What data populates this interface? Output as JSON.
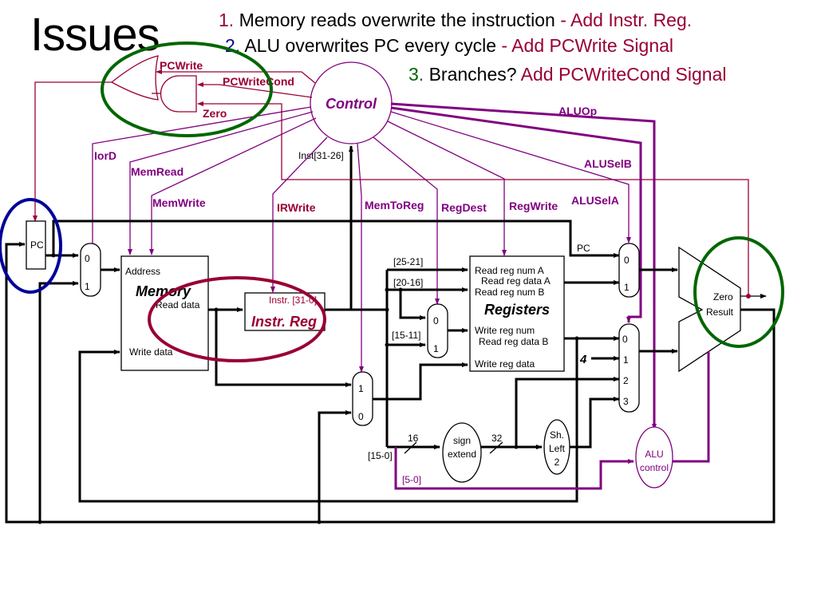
{
  "slide": {
    "title": "Issues",
    "issues": [
      {
        "number": "1.",
        "text": "Memory reads overwrite the instruction",
        "fix": "- Add Instr. Reg."
      },
      {
        "number": "2.",
        "text": "ALU overwrites PC every cycle",
        "fix": "- Add PCWrite Signal"
      },
      {
        "number": "3.",
        "text": "Branches?",
        "fix": "Add PCWriteCond Signal"
      }
    ]
  },
  "colors": {
    "issue1": "#990033",
    "issue2": "#000099",
    "issue3": "#006600",
    "control_signal": "#800080",
    "pc_signal": "#990033",
    "highlight_green": "#006600",
    "highlight_blue": "#000099",
    "highlight_red": "#990033"
  },
  "diagram": {
    "control": {
      "label": "Control",
      "input": "Inst[31-26]"
    },
    "signals": {
      "pcwrite": "PCWrite",
      "pcwritecond": "PCWriteCond",
      "zero": "Zero",
      "iord": "IorD",
      "memread": "MemRead",
      "memwrite": "MemWrite",
      "irwrite": "IRWrite",
      "memtoreg": "MemToReg",
      "regdest": "RegDest",
      "regwrite": "RegWrite",
      "aluselA": "ALUSelA",
      "aluselB": "ALUSelB",
      "aluop": "ALUOp"
    },
    "pc": {
      "label": "PC"
    },
    "mux_iord": {
      "in0": "0",
      "in1": "1"
    },
    "memory": {
      "title": "Memory",
      "address": "Address",
      "read_data": "Read data",
      "write_data": "Write data"
    },
    "instr_reg": {
      "title": "Instr. Reg",
      "field": "Instr. [31-0]"
    },
    "fields": {
      "rs": "[25-21]",
      "rt": "[20-16]",
      "rd": "[15-11]",
      "imm": "[15-0]",
      "funct": "[5-0]"
    },
    "mux_regdest": {
      "in0": "0",
      "in1": "1"
    },
    "mux_memtoreg": {
      "in1": "1",
      "in0": "0"
    },
    "registers": {
      "title": "Registers",
      "read_num_a": "Read reg num A",
      "read_data_a": "Read reg data A",
      "read_num_b": "Read reg num B",
      "write_num": "Write reg num",
      "read_data_b": "Read reg data B",
      "write_data": "Write reg data"
    },
    "mux_alusela": {
      "label_pc": "PC",
      "in0": "0",
      "in1": "1"
    },
    "mux_aluselb": {
      "in0": "0",
      "in1": "1",
      "in2": "2",
      "in3": "3",
      "const": "4"
    },
    "alu": {
      "zero": "Zero",
      "result": "Result"
    },
    "sign_extend": {
      "line1": "sign",
      "line2": "extend",
      "bits_in": "16",
      "bits_out": "32"
    },
    "shift_left": {
      "line1": "Sh.",
      "line2": "Left",
      "line3": "2"
    },
    "alu_control": {
      "line1": "ALU",
      "line2": "control"
    }
  }
}
